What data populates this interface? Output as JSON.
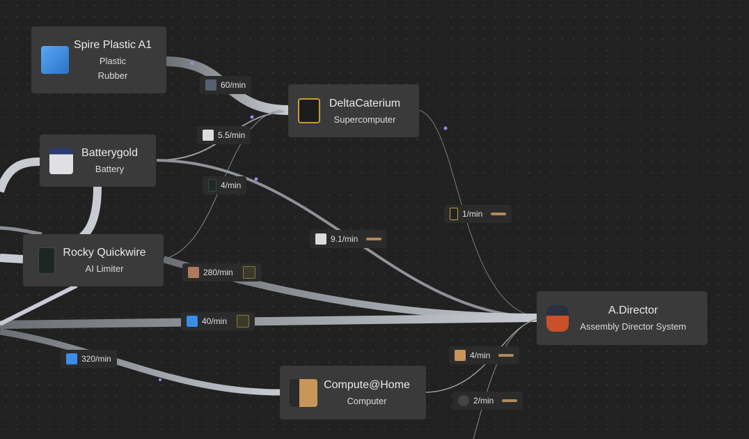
{
  "nodes": [
    {
      "title": "Spire Plastic A1",
      "lines": [
        "Plastic",
        "Rubber"
      ],
      "icon": "plastic-icon",
      "color": "#3a8ee6"
    },
    {
      "title": "DeltaCaterium",
      "lines": [
        "Supercomputer"
      ],
      "icon": "supercomputer-icon",
      "color": "#222222"
    },
    {
      "title": "Batterygold",
      "lines": [
        "Battery"
      ],
      "icon": "battery-icon",
      "color": "#dcdce0"
    },
    {
      "title": "Rocky Quickwire",
      "lines": [
        "AI Limiter"
      ],
      "icon": "ai-limiter-icon",
      "color": "#1f2a24"
    },
    {
      "title": "A.Director",
      "lines": [
        "Assembly Director System"
      ],
      "icon": "assembly-director-icon",
      "color": "#c9502a"
    },
    {
      "title": "Compute@Home",
      "lines": [
        "Computer"
      ],
      "icon": "computer-icon",
      "color": "#c8965a"
    }
  ],
  "edges": [
    {
      "rate": "60/min",
      "icon": "rubber-icon",
      "color": "#556070"
    },
    {
      "rate": "5.5/min",
      "icon": "battery-icon",
      "color": "#dcdce0"
    },
    {
      "rate": "4/min",
      "icon": "ai-limiter-icon",
      "color": "#1f2a24"
    },
    {
      "rate": "1/min",
      "icon": "supercomputer-icon",
      "color": "#222222",
      "gun": true
    },
    {
      "rate": "9.1/min",
      "icon": "battery-icon",
      "color": "#dcdce0",
      "gun": true
    },
    {
      "rate": "280/min",
      "icon": "copper-sheet-icon",
      "color": "#b07a5a",
      "machine": true
    },
    {
      "rate": "40/min",
      "icon": "plastic-icon",
      "color": "#3a8ee6",
      "machine": true
    },
    {
      "rate": "320/min",
      "icon": "plastic-icon",
      "color": "#3a8ee6"
    },
    {
      "rate": "4/min",
      "icon": "computer-icon",
      "color": "#c8965a",
      "gun": true
    },
    {
      "rate": "2/min",
      "icon": "crystal-oscillator-icon",
      "color": "#444444",
      "gun": true
    }
  ]
}
